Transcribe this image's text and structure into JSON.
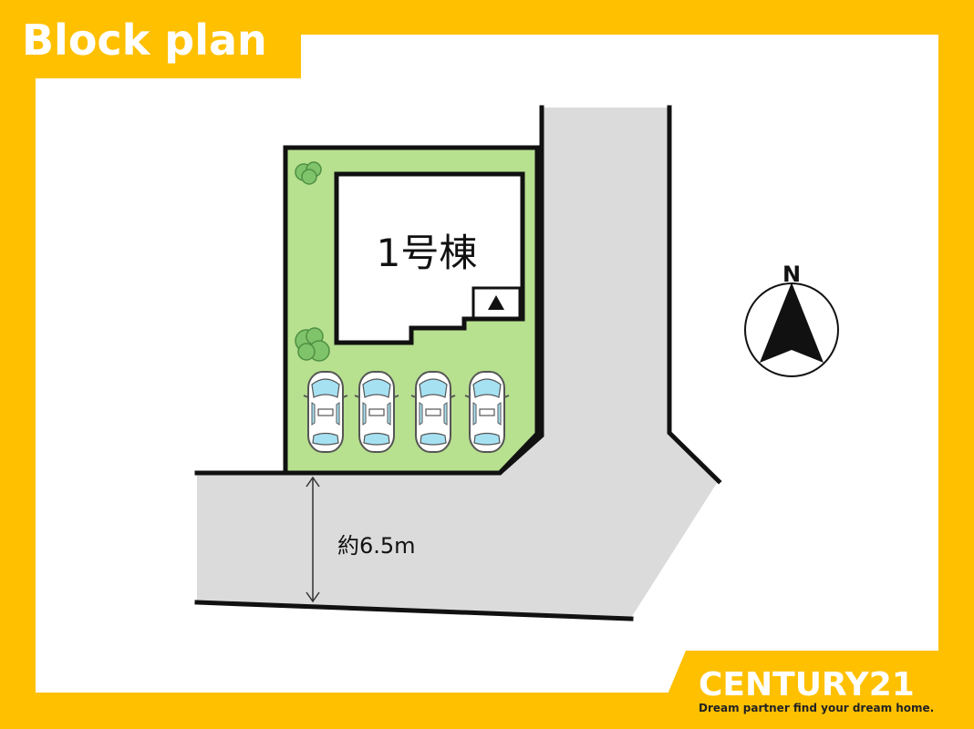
{
  "header": {
    "title": "Block plan"
  },
  "plan": {
    "building_label": "1号棟",
    "road_width_label": "約6.5m",
    "north_label": "N",
    "car_count": 4
  },
  "branding": {
    "brand_name": "CENTURY21",
    "tagline": "Dream partner find your dream home."
  },
  "colors": {
    "frame": "#FFC000",
    "road": "#DBDBDB",
    "lot": "#B7E08F",
    "tree": "#7FC46A",
    "car_window": "#A6E1F2"
  }
}
